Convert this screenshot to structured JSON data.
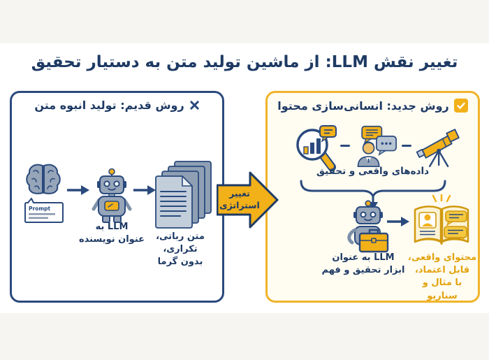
{
  "title": "تغییر نقش LLM: از ماشین تولید متن به دستیار تحقیق",
  "old_panel": {
    "header_label": "روش قدیم: تولید انبوه متن",
    "prompt_label": "Prompt",
    "llm_writer_caption": "LLM به\nعنوان نویسنده",
    "robotic_text_caption": "متن رباتی،\nتکراری،\nبدون گرما"
  },
  "strategy_arrow": {
    "label": "تغییر\nاستراتژی"
  },
  "new_panel": {
    "header_label": "روش جدید: انسانی‌سازی محتوا",
    "research_data_caption": "داده‌های واقعی و تحقیق",
    "llm_research_caption": "LLM به عنوان\nابزار تحقیق و فهم",
    "authentic_content_caption": "محتوای واقعی،\nقابل اعتماد،\nبا مثال و سناریو"
  },
  "colors": {
    "navy": "#1e3a64",
    "panel_blue_border": "#2a4a7d",
    "yellow": "#f2b019",
    "gold_text": "#e3a30e",
    "cream_panel": "#fffcf2",
    "icon_gray": "#97a5b9"
  }
}
